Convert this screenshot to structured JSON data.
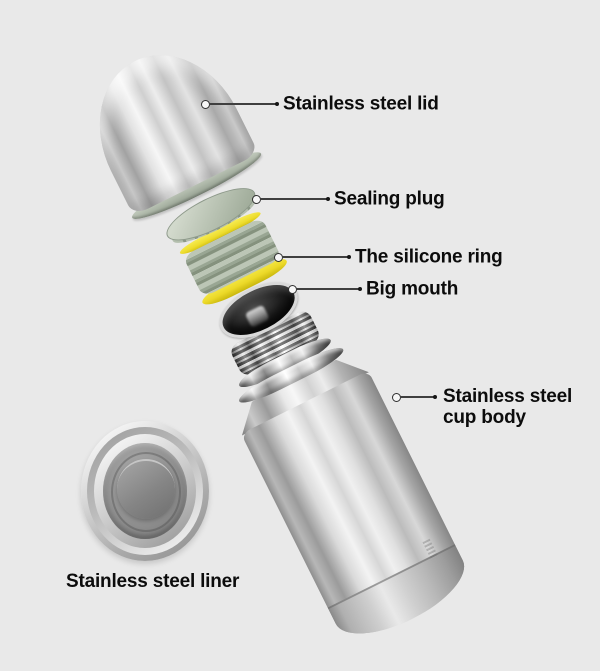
{
  "page": {
    "background_color": "#e9e9e9",
    "text_color": "#0c0c0c",
    "callout_line_color": "#3f3f3f"
  },
  "diagram": {
    "subject": "stainless steel vacuum flask exploded view",
    "callouts": {
      "lid": {
        "label": "Stainless steel lid"
      },
      "sealing_plug": {
        "label": "Sealing plug"
      },
      "silicone_ring": {
        "label": "The silicone ring"
      },
      "big_mouth": {
        "label": "Big mouth"
      },
      "cup_body": {
        "label": "Stainless steel cup body"
      },
      "liner": {
        "label": "Stainless steel liner"
      }
    },
    "material_colors": {
      "metal_highlight": "#f6f6f6",
      "metal_mid": "#c0c0c0",
      "metal_shadow": "#8a8a8a",
      "plug_plastic_sage": "#b7c1b1",
      "silicone_yellow": "#eddc2c",
      "mouth_opening_dark": "#1d1d1d",
      "liner_inner_gray": "#8e8e8e"
    }
  }
}
